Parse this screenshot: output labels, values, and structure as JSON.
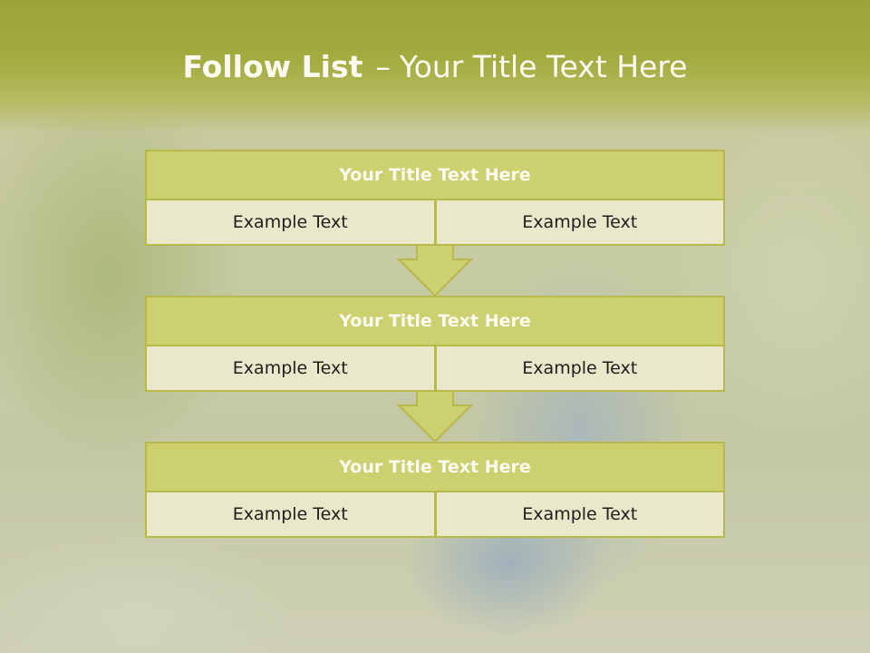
{
  "header": {
    "title_bold": "Follow List",
    "title_dash": "–",
    "title_rest": "Your Title Text Here"
  },
  "blocks": [
    {
      "title": "Your Title Text Here",
      "left": "Example Text",
      "right": "Example Text"
    },
    {
      "title": "Your Title Text Here",
      "left": "Example Text",
      "right": "Example Text"
    },
    {
      "title": "Your Title Text Here",
      "left": "Example Text",
      "right": "Example Text"
    }
  ],
  "colors": {
    "header": "#a4ac3f",
    "block_title_fill": "#cdd06e",
    "cell_fill": "#e9e8cb",
    "border": "#b7b94a"
  }
}
